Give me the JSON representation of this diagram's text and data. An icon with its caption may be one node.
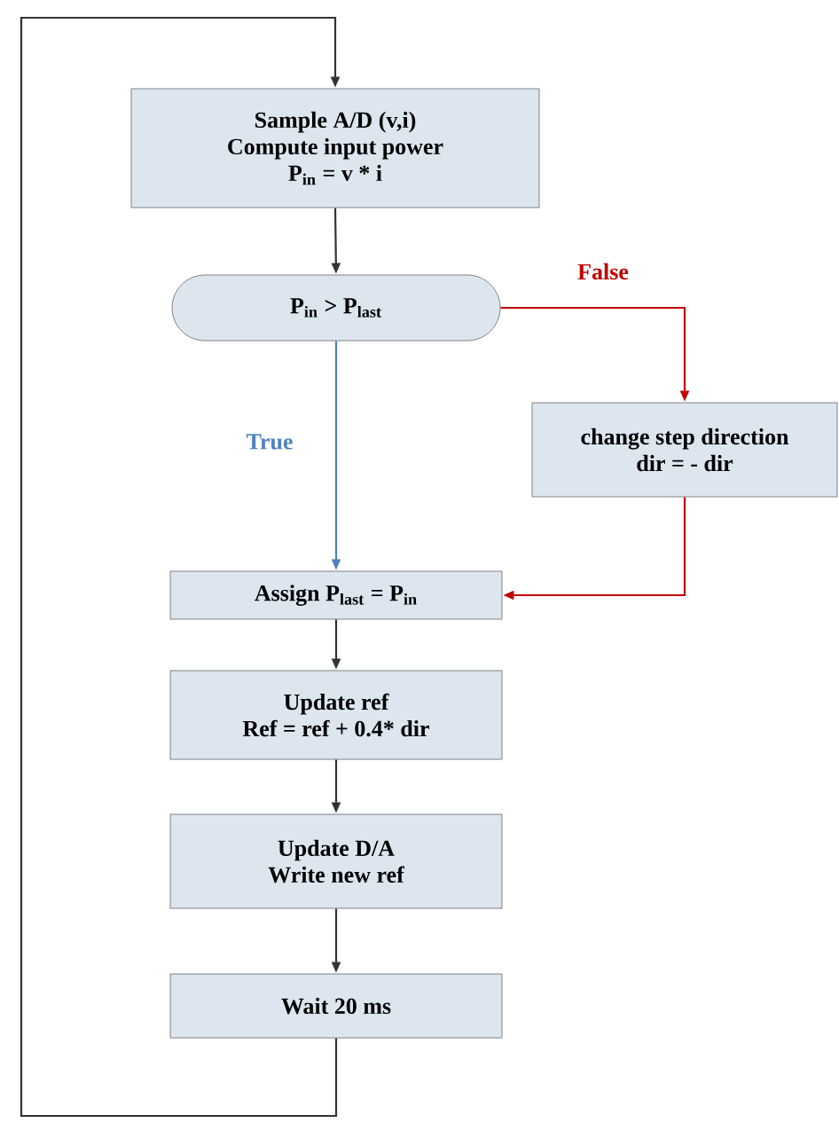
{
  "diagram": {
    "nodes": [
      {
        "text": [
          "Sample A/D (v,i)",
          "Compute input power",
          "P$_{in}$ = v * i"
        ]
      },
      {
        "text": [
          "P$_{in}$  > P$_{last}$"
        ]
      },
      {
        "text": [
          "change step direction",
          "dir = - dir"
        ]
      },
      {
        "text": [
          "Assign P$_{last}$  = P$_{in}$"
        ]
      },
      {
        "text": [
          "Update ref",
          "Ref = ref + 0.4* dir"
        ]
      },
      {
        "text": [
          "Update D/A",
          "Write new ref"
        ]
      },
      {
        "text": [
          "Wait 20 ms"
        ]
      }
    ],
    "edges": [
      {
        "from": 0,
        "to": 1,
        "arrow": "to"
      },
      {
        "from": 1,
        "to": 2,
        "arrow": "to",
        "label": "False",
        "color": "#c00000"
      },
      {
        "from": 1,
        "to": 3,
        "arrow": "to",
        "label": "True",
        "color": "#4f81bd"
      },
      {
        "from": 2,
        "to": 3,
        "arrow": "to",
        "color": "#c00000"
      },
      {
        "from": 3,
        "to": 4,
        "arrow": "to"
      },
      {
        "from": 4,
        "to": 5,
        "arrow": "to"
      },
      {
        "from": 5,
        "to": 6,
        "arrow": "to"
      },
      {
        "from": 6,
        "to": 0,
        "arrow": "to"
      }
    ]
  }
}
